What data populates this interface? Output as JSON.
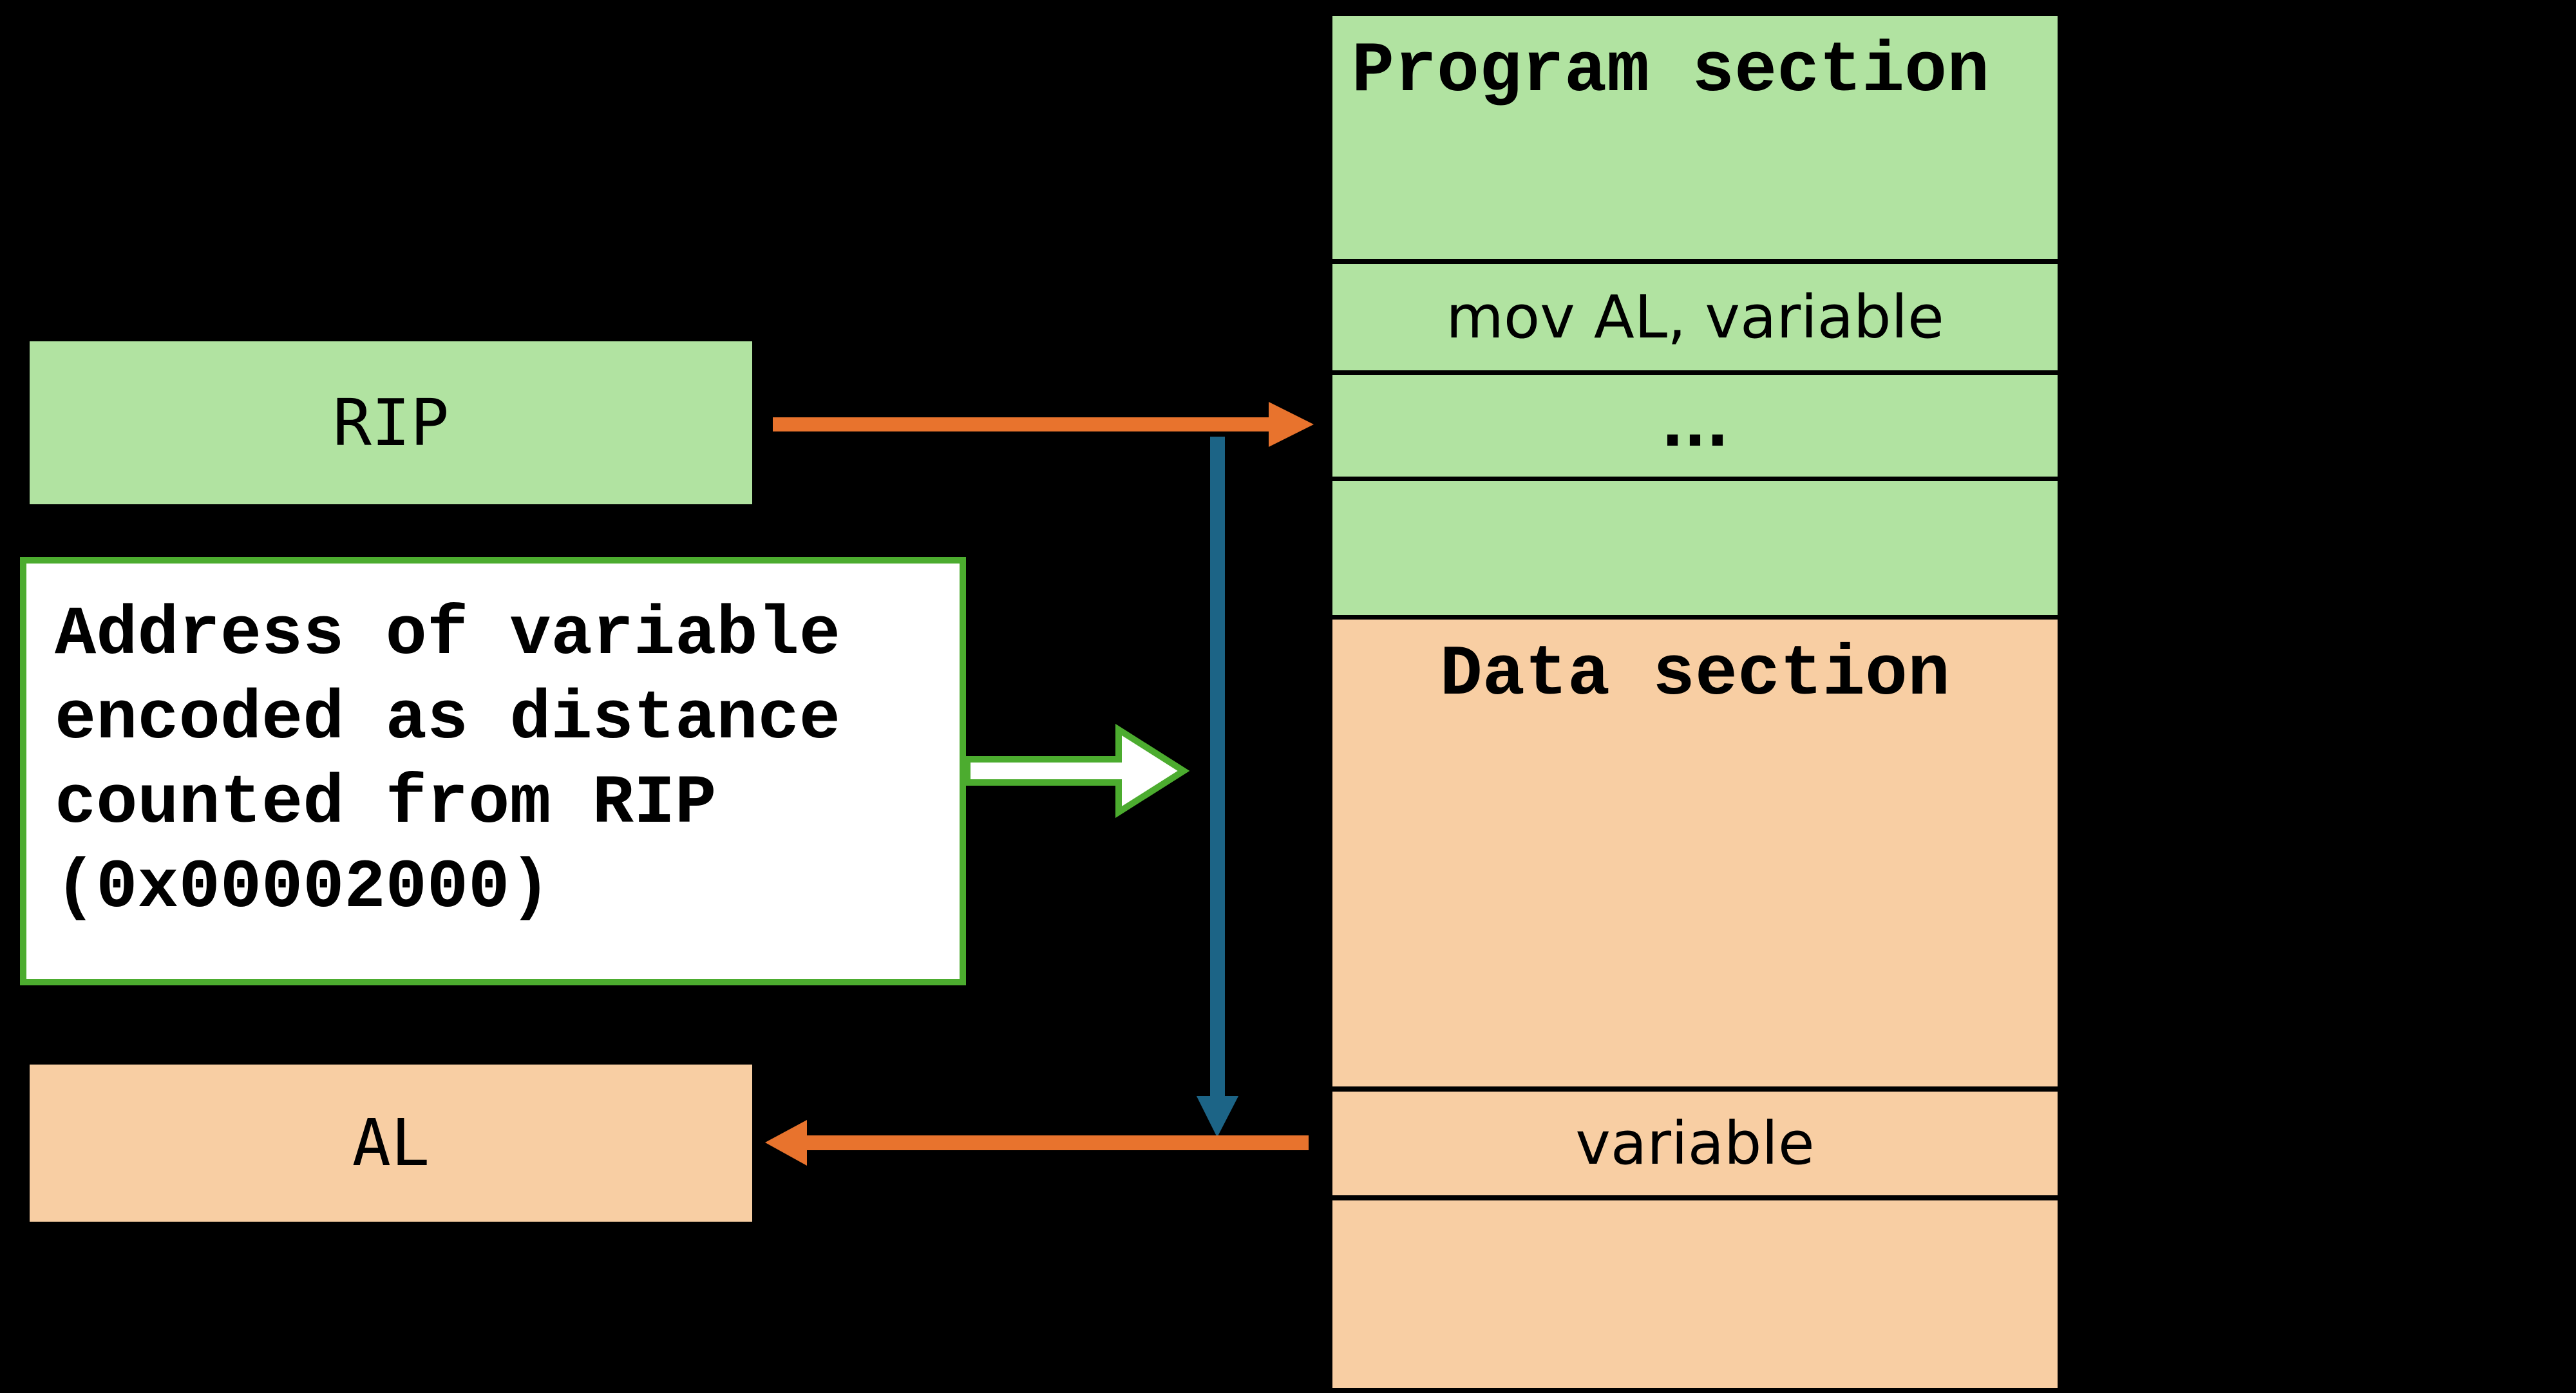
{
  "diagram": {
    "registers": {
      "rip_label": "RIP",
      "al_label": "AL"
    },
    "note": {
      "line1": "Address of variable",
      "line2": "encoded as distance",
      "line3": "counted from RIP",
      "line4": "(0x00002000)"
    },
    "memory": {
      "program_header": "Program section",
      "instruction": "mov AL, variable",
      "ellipsis": "...",
      "data_header": "Data section",
      "variable_label": "variable"
    },
    "arrows": {
      "rip_to_code": {
        "description": "RIP points to current instruction row",
        "direction": "right",
        "color": "#E8732D"
      },
      "offset_down": {
        "description": "distance from RIP down to variable",
        "direction": "down",
        "color": "#1C6486"
      },
      "variable_to_al": {
        "description": "variable value loaded into AL",
        "direction": "left",
        "color": "#E8732D"
      },
      "note_pointer": {
        "description": "note points at offset arrow",
        "direction": "right",
        "fill": "#FFFFFF",
        "outline": "#4CAC2F"
      }
    },
    "colors": {
      "background": "#000000",
      "green_light": "#B1E3A1",
      "peach": "#F8CEA3",
      "orange": "#E8732D",
      "teal": "#1C6486",
      "green_border": "#4CAC2F",
      "white": "#FFFFFF",
      "text": "#000000"
    }
  }
}
